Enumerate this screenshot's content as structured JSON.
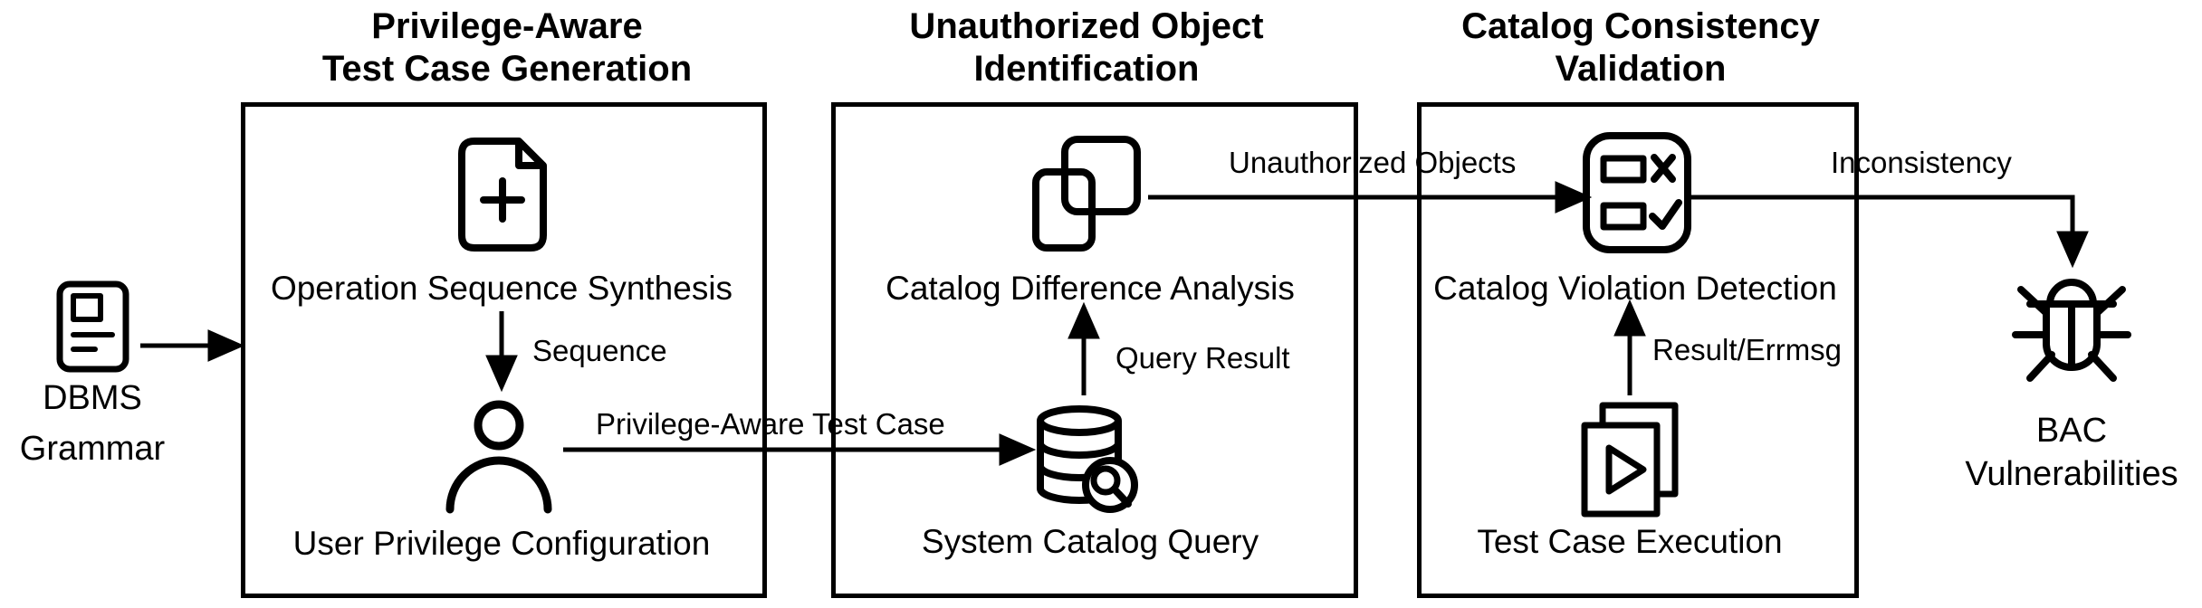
{
  "figure": {
    "background": "#ffffff",
    "ink": "#000000",
    "input_node": {
      "label": "DBMS\nGrammar",
      "icon": "grammar-document-icon"
    },
    "stages": [
      {
        "title": "Privilege-Aware\nTest Case Generation",
        "top": {
          "label": "Operation Sequence Synthesis",
          "icon": "document-plus-icon"
        },
        "flow": {
          "label": "Sequence",
          "direction": "down"
        },
        "bottom": {
          "label": "User Privilege Configuration",
          "icon": "user-icon"
        }
      },
      {
        "title": "Unauthorized Object\nIdentification",
        "top": {
          "label": "Catalog Difference Analysis",
          "icon": "overlapping-squares-icon"
        },
        "flow": {
          "label": "Query Result",
          "direction": "up"
        },
        "bottom": {
          "label": "System Catalog Query",
          "icon": "database-search-icon"
        }
      },
      {
        "title": "Catalog Consistency\nValidation",
        "top": {
          "label": "Catalog Violation Detection",
          "icon": "checklist-icon"
        },
        "flow": {
          "label": "Result/Errmsg",
          "direction": "up"
        },
        "bottom": {
          "label": "Test Case Execution",
          "icon": "play-documents-icon"
        }
      }
    ],
    "edges": [
      {
        "label": "Privilege-Aware Test Case"
      },
      {
        "label": "Unauthorized Objects"
      },
      {
        "label": "Inconsistency"
      }
    ],
    "output_node": {
      "label": "BAC\nVulnerabilities",
      "icon": "bug-icon"
    }
  }
}
